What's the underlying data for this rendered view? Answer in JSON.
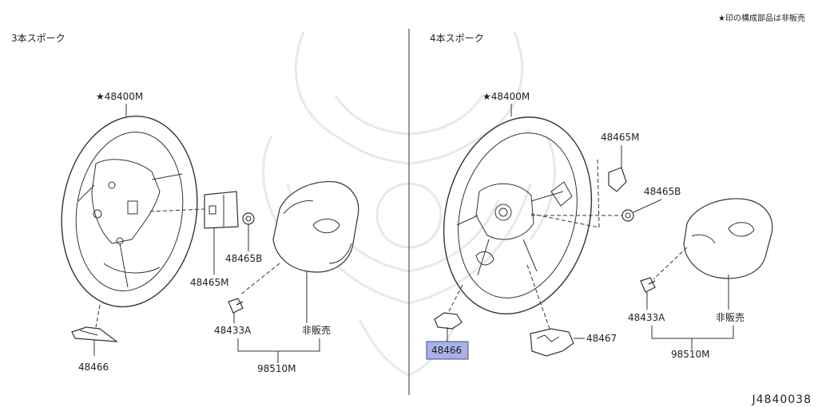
{
  "header": {
    "note": "★印の構成部品は非販売",
    "diagram_code": "J4840038"
  },
  "left_panel": {
    "title": "3本スポーク",
    "labels": {
      "wheel": "★48400M",
      "switch": "48465M",
      "bolt_b": "48465B",
      "bolt_a": "48433A",
      "not_sold": "非販売",
      "cover": "48466",
      "airbag": "98510M"
    }
  },
  "right_panel": {
    "title": "4本スポーク",
    "labels": {
      "wheel": "★48400M",
      "switch": "48465M",
      "bolt_b": "48465B",
      "bolt_a": "48433A",
      "not_sold": "非販売",
      "cover_highlight": "48466",
      "finisher": "48467",
      "airbag": "98510M"
    }
  },
  "colors": {
    "line": "#333333",
    "highlight_fill": "#a9b1e6",
    "highlight_border": "#4a4f7a",
    "watermark": "#e8e8e8"
  }
}
